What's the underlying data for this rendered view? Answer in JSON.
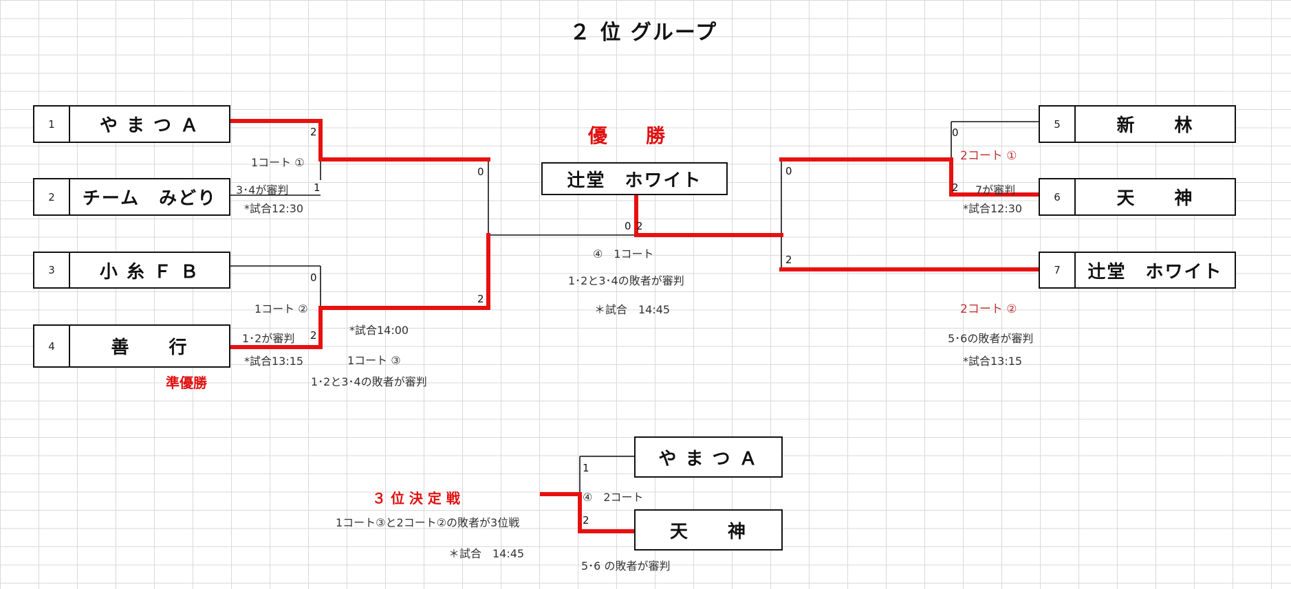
{
  "title": "２ 位 グループ",
  "champion_label": "優　　勝",
  "champion_name": "辻堂　ホワイト",
  "runner_up_label": "準優勝",
  "third_place_label": "３ 位 決 定 戦",
  "left_bracket": {
    "teams": [
      {
        "seed": "1",
        "name": "や ま つ Ａ"
      },
      {
        "seed": "2",
        "name": "チーム　みどり"
      },
      {
        "seed": "3",
        "name": "小 糸 Ｆ Ｂ"
      },
      {
        "seed": "4",
        "name": "善　　行"
      }
    ],
    "match1": {
      "court": "1コート ①",
      "referee": "3･4が審判",
      "time": "*試合12:30",
      "score_top": "2",
      "score_bottom": "1"
    },
    "match2": {
      "court": "1コート ②",
      "referee": "1･2が審判",
      "time": "*試合13:15",
      "score_top": "0",
      "score_bottom": "2"
    },
    "match3": {
      "court": "1コート ③",
      "referee": "1･2と3･4の敗者が審判",
      "time": "*試合14:00",
      "score_top": "0",
      "score_bottom": "2"
    }
  },
  "right_bracket": {
    "teams": [
      {
        "seed": "5",
        "name": "新　　林"
      },
      {
        "seed": "6",
        "name": "天　　神"
      },
      {
        "seed": "7",
        "name": "辻堂　ホワイト"
      }
    ],
    "match1": {
      "court": "2コート ①",
      "referee": "7が審判",
      "time": "*試合12:30",
      "score_top": "0",
      "score_bottom": "2"
    },
    "match2": {
      "court": "2コート ②",
      "referee": "5･6の敗者が審判",
      "time": "*試合13:15",
      "score_top": "0",
      "score_bottom": "2"
    }
  },
  "final": {
    "court": "④　1コート",
    "referee": "1･2と3･4の敗者が審判",
    "time": "＊試合　14:45",
    "score_left": "0",
    "score_right": "2"
  },
  "third_place": {
    "teams": [
      "や ま つ Ａ",
      "天　　神"
    ],
    "court": "④　2コート",
    "note": "1コート③と2コート②の敗者が3位戦",
    "time": "＊試合　14:45",
    "referee": "5･6 の敗者が審判",
    "score_top": "1",
    "score_bottom": "2"
  },
  "colors": {
    "winner_line": "#e81010",
    "line": "#111111",
    "grid": "#d9d9d9"
  }
}
